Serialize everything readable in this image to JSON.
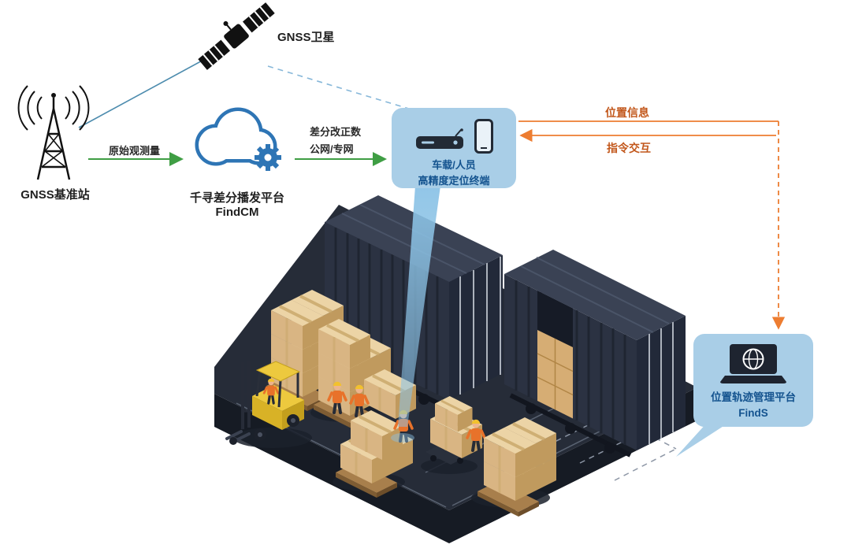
{
  "satellite": {
    "label": "GNSS卫星"
  },
  "base_station": {
    "label": "GNSS基准站"
  },
  "links": {
    "raw_observation": "原始观测量",
    "correction_line1": "差分改正数",
    "correction_line2": "公网/专网",
    "position_info": "位置信息",
    "command_interaction": "指令交互"
  },
  "cloud_platform": {
    "name": "千寻差分播发平台",
    "product": "FindCM"
  },
  "terminal": {
    "line1": "车载/人员",
    "line2": "高精度定位终端"
  },
  "management_platform": {
    "name": "位置轨迹管理平台",
    "product": "FindS"
  },
  "colors": {
    "bubble": "#a9cee7",
    "cloud_blue": "#2e75b5",
    "arrow_green": "#3f9e44",
    "arrow_orange": "#ed7d31",
    "container": "#2b3242",
    "box_tan": "#d9b583"
  }
}
